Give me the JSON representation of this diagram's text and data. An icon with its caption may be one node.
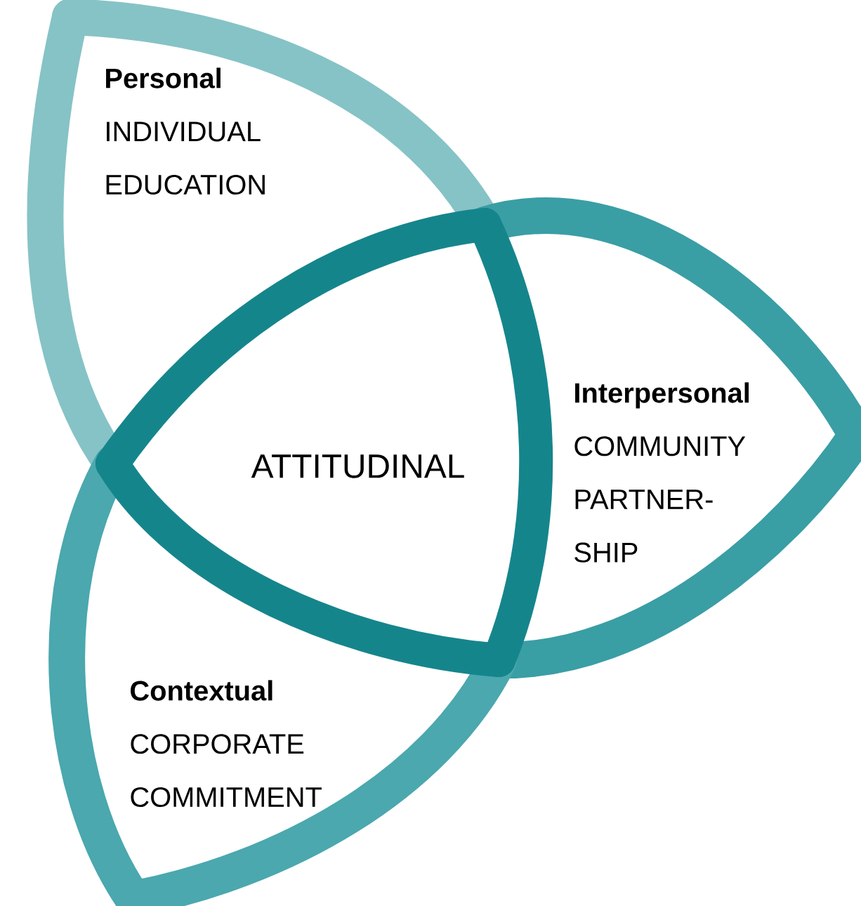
{
  "diagram": {
    "nodes": [
      {
        "text": [
          "Personal",
          "INDIVIDUAL EDUCATION"
        ]
      },
      {
        "text": [
          "ATTITUDINAL"
        ]
      },
      {
        "text": [
          "Interpersonal",
          "COMMUNITY PARTNER- SHIP"
        ]
      },
      {
        "text": [
          "Contextual",
          "CORPORATE COMMITMENT"
        ]
      }
    ]
  }
}
